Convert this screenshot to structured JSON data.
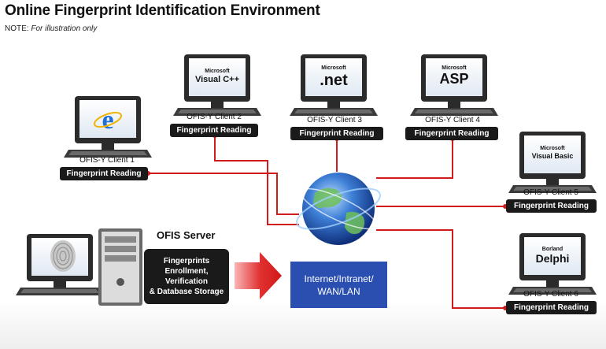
{
  "header": {
    "title": "Online Fingerprint Identification Environment",
    "note_prefix": "NOTE: ",
    "note_text": "For illustration only"
  },
  "clients": [
    {
      "name": "OFIS-Y Client 1",
      "badge": "Fingerprint Reading",
      "screen": "e",
      "icon": "internet-explorer-icon"
    },
    {
      "name": "OFIS-Y Client 2",
      "badge": "Fingerprint Reading",
      "screen_line1": "Microsoft",
      "screen_line2": "Visual C++",
      "icon": "visual-cpp-logo"
    },
    {
      "name": "OFIS-Y Client 3",
      "badge": "Fingerprint Reading",
      "screen_line1": "Microsoft",
      "screen_line2": ".net",
      "icon": "dotnet-logo"
    },
    {
      "name": "OFIS-Y Client 4",
      "badge": "Fingerprint Reading",
      "screen_line1": "Microsoft",
      "screen_line2": "ASP",
      "icon": "asp-logo"
    },
    {
      "name": "OFIS-Y Client 5",
      "badge": "Fingerprint Reading",
      "screen_line1": "Microsoft",
      "screen_line2": "Visual Basic",
      "icon": "visual-basic-logo"
    },
    {
      "name": "OFIS-Y Client 6",
      "badge": "Fingerprint Reading",
      "screen_line1": "Borland",
      "screen_line2": "Delphi",
      "icon": "delphi-logo"
    }
  ],
  "server": {
    "title": "OFIS Server",
    "description_lines": [
      "Fingerprints",
      "Enrollment,",
      "Verification",
      "& Database Storage"
    ]
  },
  "network": {
    "line1": "Internet/Intranet/",
    "line2": "WAN/LAN"
  },
  "colors": {
    "connector": "#d11a1a",
    "badge": "#1a1a1a",
    "network_box": "#2a4fb0",
    "arrow": "#e02020"
  }
}
